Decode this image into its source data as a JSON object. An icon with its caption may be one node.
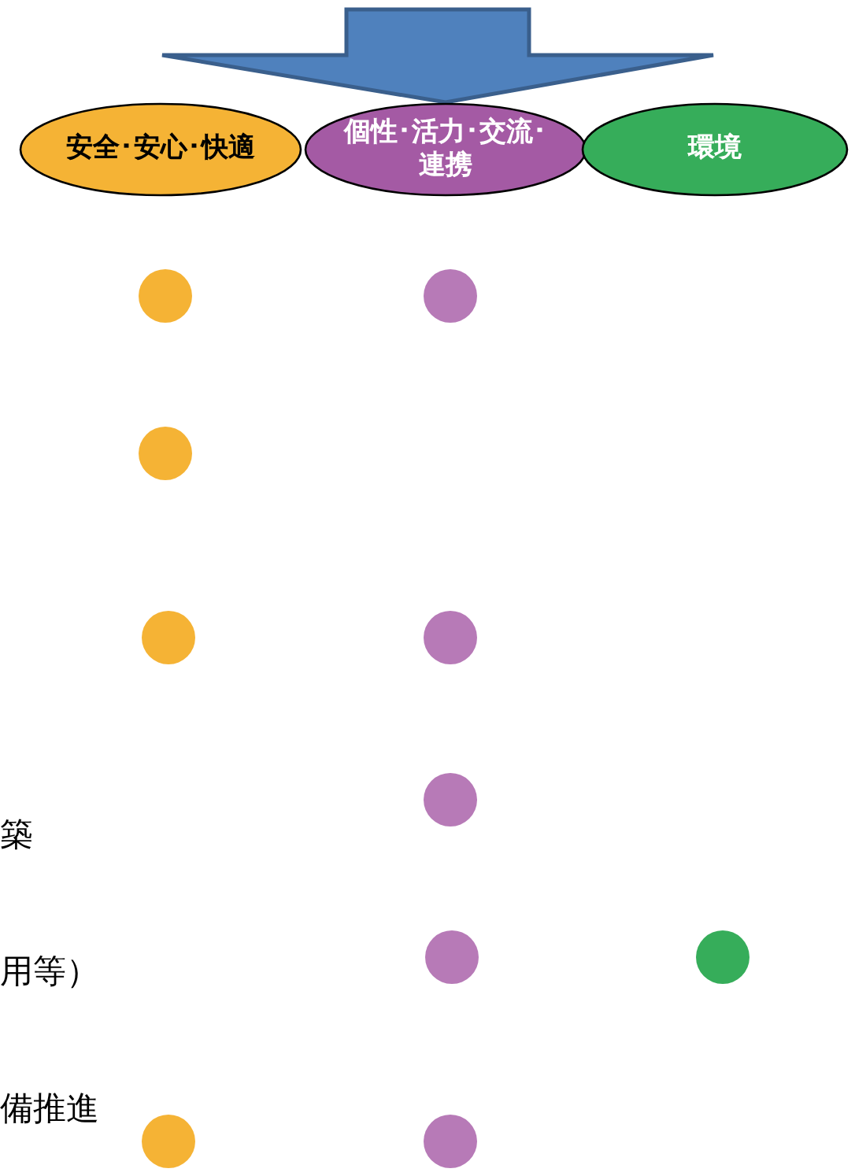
{
  "diagram": {
    "nodes": [
      {
        "text": [
          "安全･安心･快適"
        ]
      },
      {
        "text": [
          "個性･活力･交流･連携"
        ]
      },
      {
        "text": [
          "環境"
        ]
      }
    ],
    "labels": [
      "築",
      "用等）",
      "備推進"
    ]
  }
}
